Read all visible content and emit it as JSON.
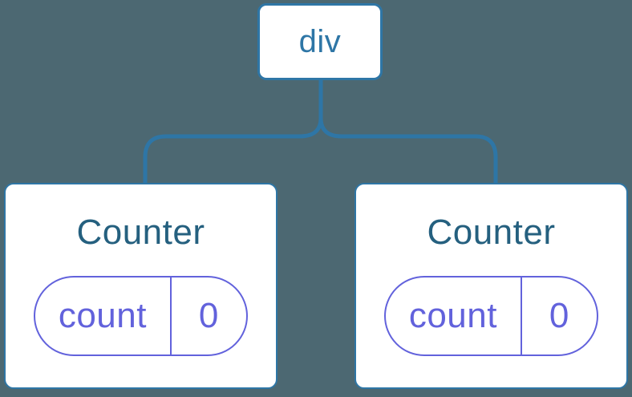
{
  "diagram": {
    "colors": {
      "bg": "#4C6872",
      "line": "#2E76A6",
      "card_bg": "#FFFFFF",
      "title": "#25607F",
      "purple": "#6262DC"
    },
    "root": {
      "label": "div"
    },
    "children": [
      {
        "title": "Counter",
        "state": {
          "key": "count",
          "value": "0"
        }
      },
      {
        "title": "Counter",
        "state": {
          "key": "count",
          "value": "0"
        }
      }
    ]
  }
}
